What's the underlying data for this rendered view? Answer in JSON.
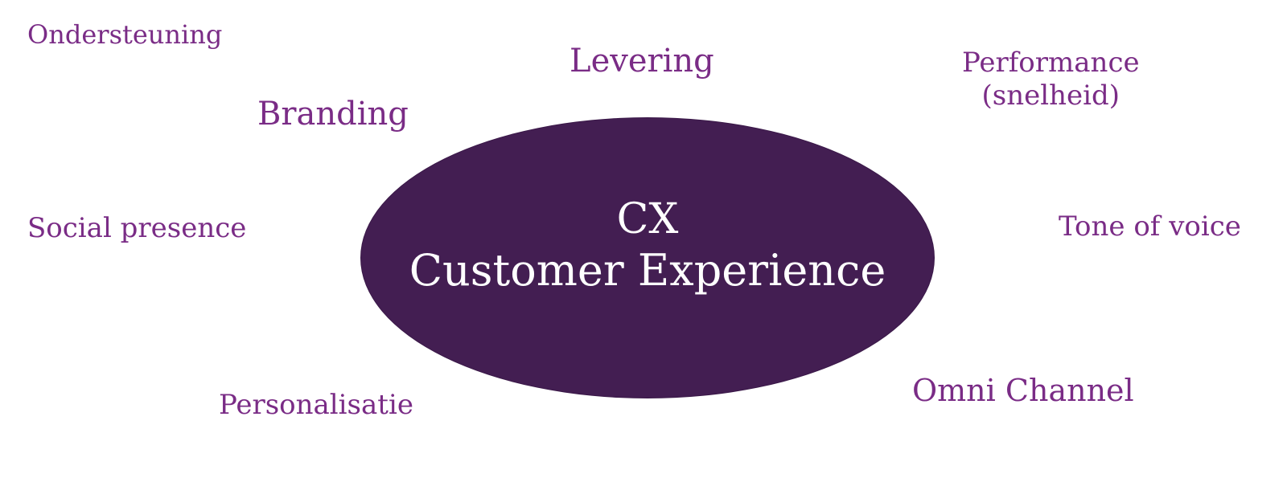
{
  "center": {
    "line1": "CX",
    "line2": "Customer Experience"
  },
  "labels": {
    "ondersteuning": "Ondersteuning",
    "levering": "Levering",
    "performance_line1": "Performance",
    "performance_line2": "(snelheid)",
    "branding": "Branding",
    "social_presence": "Social presence",
    "tone_of_voice": "Tone of voice",
    "personalisatie": "Personalisatie",
    "omni_channel": "Omni Channel"
  },
  "colors": {
    "ellipse_fill": "#431e52",
    "label_text": "#7a2c86",
    "center_text": "#ffffff",
    "background": "#ffffff"
  }
}
